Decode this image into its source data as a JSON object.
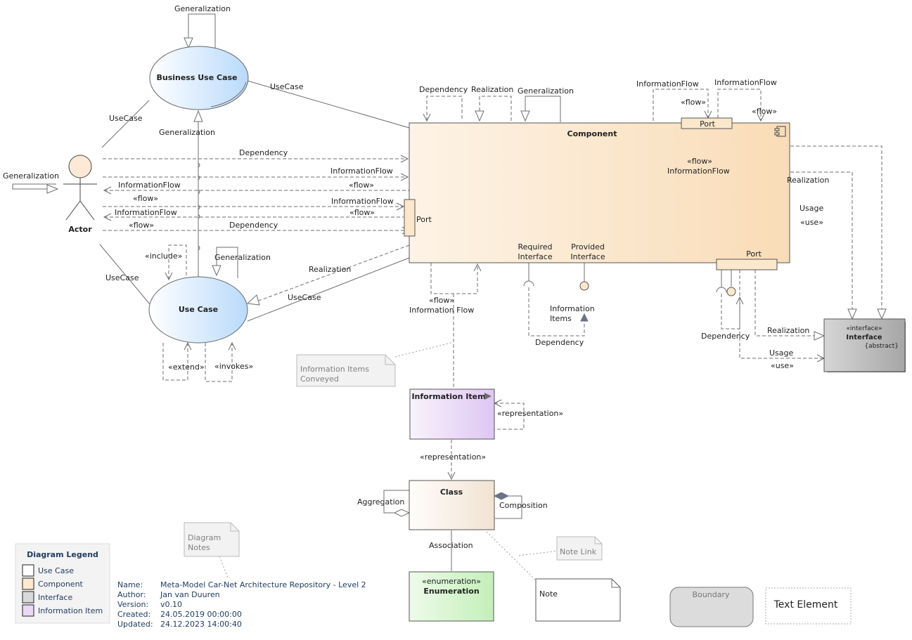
{
  "elements": {
    "business_use_case": "Business Use Case",
    "use_case": "Use Case",
    "actor": "Actor",
    "component": "Component",
    "port": "Port",
    "required_interface": [
      "Required",
      "Interface"
    ],
    "provided_interface": [
      "Provided",
      "Interface"
    ],
    "information_items": [
      "Information",
      "Items"
    ],
    "interface_stereotype": "«interface»",
    "interface_name": "Interface",
    "interface_abstract": "{abstract}",
    "information_item": "Information Item",
    "class": "Class",
    "enumeration_stereotype": "«enumeration»",
    "enumeration_name": "Enumeration",
    "note": "Note",
    "boundary": "Boundary",
    "text_element": "Text Element",
    "info_items_conveyed": [
      "Information Items",
      "Conveyed"
    ],
    "diagram_notes": [
      "Diagram",
      "Notes"
    ],
    "note_link": "Note Link"
  },
  "connectors": {
    "generalization": "Generalization",
    "generalization_cut": "Generalization",
    "usecase": "UseCase",
    "dependency": "Dependency",
    "realization": "Realization",
    "information_flow": "InformationFlow",
    "information_flow_spaced": "Information Flow",
    "flow": "«flow»",
    "include": "«include»",
    "extend": "«extend»",
    "invokes": "«invokes»",
    "usage": "Usage",
    "use": "«use»",
    "representation": "«representation»",
    "aggregation": "Aggregation",
    "composition": "Composition",
    "association": "Association"
  },
  "legend": {
    "title": "Diagram Legend",
    "items": [
      {
        "label": "Use Case",
        "color": "#ffffff"
      },
      {
        "label": "Component",
        "color": "#fde9d0"
      },
      {
        "label": "Interface",
        "color": "#d9d9d9"
      },
      {
        "label": "Information Item",
        "color": "#ead9f6"
      }
    ]
  },
  "info": [
    {
      "label": "Name:",
      "value": "Meta-Model Car-Net Architecture Repository - Level 2"
    },
    {
      "label": "Author:",
      "value": "Jan van Duuren"
    },
    {
      "label": "Version:",
      "value": "v0.10"
    },
    {
      "label": "Created:",
      "value": "24.05.2019 00:00:00"
    },
    {
      "label": "Updated:",
      "value": "24.12.2023 14:00:40"
    }
  ],
  "colors": {
    "use_case_fill": "#cfe6fb",
    "component_fill": "#fbe7cc",
    "interface_fill": "#b3b3b3",
    "info_item_fill": "#ead9f6",
    "class_fill": "#f7efe6",
    "enumeration_fill": "#d3f3cc",
    "note_fill": "#f2f2f2",
    "boundary_fill": "#dcdcdc",
    "legend_fill": "#f3f3f3",
    "legend_title": "#1f3a5f"
  }
}
